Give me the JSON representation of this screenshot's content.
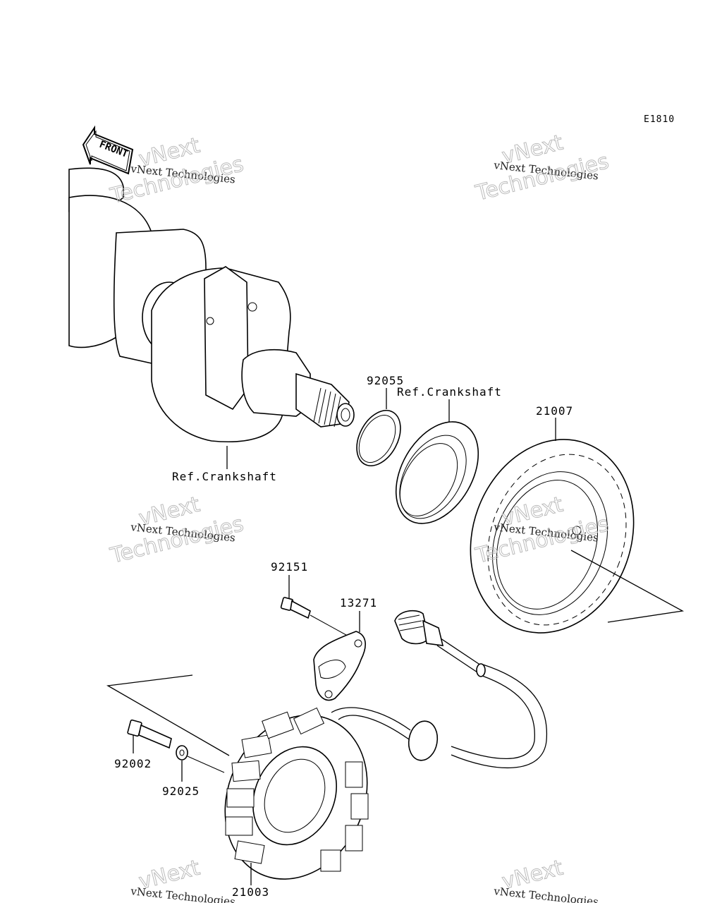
{
  "diagram_code": "E1810",
  "front_tag": "FRONT",
  "labels": {
    "p92055": "92055",
    "ref_crankshaft_upper": "Ref.Crankshaft",
    "p21007": "21007",
    "ref_crankshaft_lower": "Ref.Crankshaft",
    "p92151": "92151",
    "p13271": "13271",
    "p92002": "92002",
    "p92025": "92025",
    "p21003": "21003"
  },
  "watermark": {
    "line1": "vNext Technologies",
    "line2": "vNext",
    "line3": "Technologies"
  }
}
